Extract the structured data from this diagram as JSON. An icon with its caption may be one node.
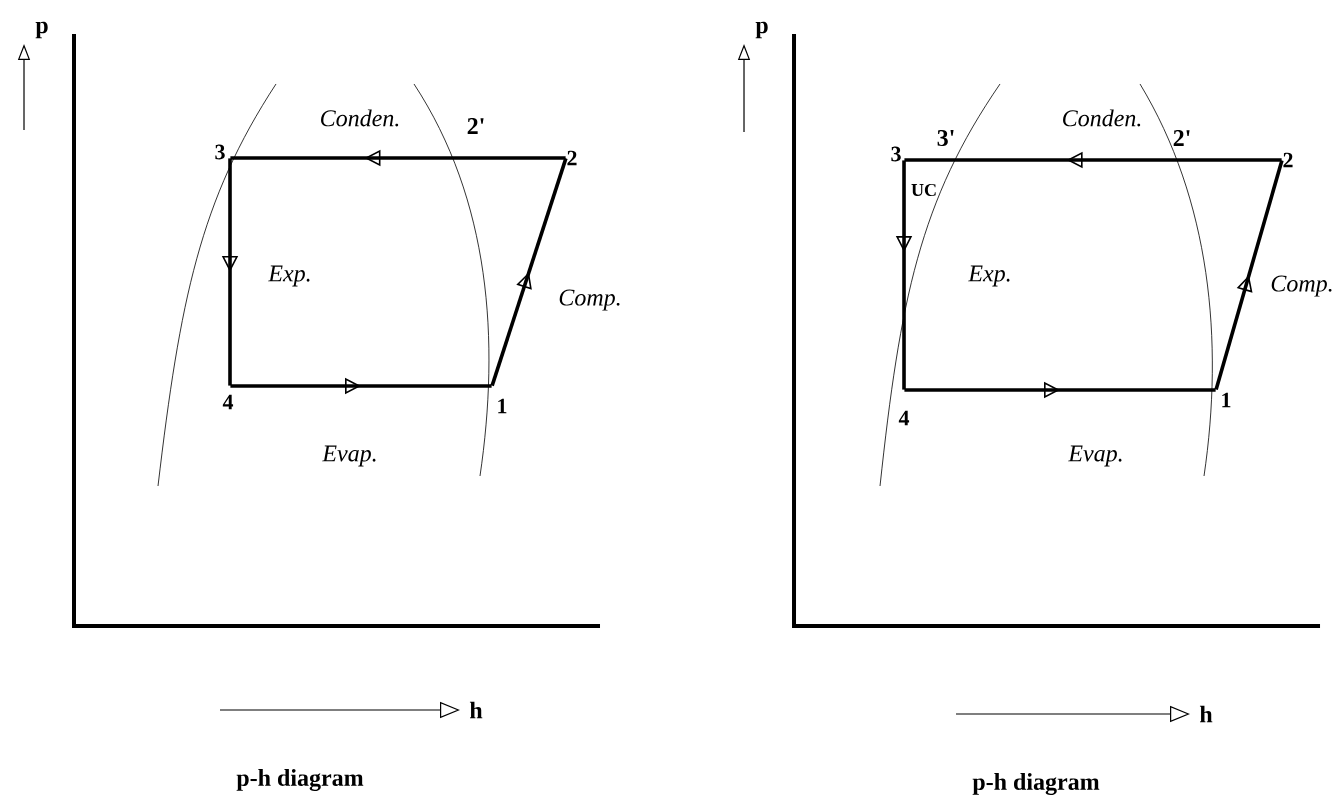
{
  "diagram": {
    "nodes": [
      {
        "text": [
          "3"
        ]
      },
      {
        "text": [
          "2"
        ]
      },
      {
        "text": [
          "1"
        ]
      },
      {
        "text": [
          "4"
        ]
      },
      {
        "text": [
          "3"
        ]
      },
      {
        "text": [
          "2"
        ]
      },
      {
        "text": [
          "1"
        ]
      },
      {
        "text": [
          "4"
        ]
      }
    ],
    "edges": [
      {
        "from": 1,
        "to": 0,
        "arrow": "to",
        "label": "Conden."
      },
      {
        "from": 0,
        "to": 3,
        "arrow": "to",
        "label": "Exp."
      },
      {
        "from": 3,
        "to": 2,
        "arrow": "to",
        "label": "Evap."
      },
      {
        "from": 2,
        "to": 1,
        "arrow": "to",
        "label": "Comp."
      },
      {
        "from": 5,
        "to": 4,
        "arrow": "to",
        "label": "Conden."
      },
      {
        "from": 4,
        "to": 7,
        "arrow": "to",
        "label": "Exp."
      },
      {
        "from": 7,
        "to": 6,
        "arrow": "to",
        "label": "Evap."
      },
      {
        "from": 6,
        "to": 5,
        "arrow": "to",
        "label": "Comp."
      }
    ],
    "labels": [
      "p",
      "2'",
      "h",
      "p-h diagram",
      "p",
      "3'",
      "UC",
      "2'",
      "h",
      "p-h diagram"
    ]
  }
}
